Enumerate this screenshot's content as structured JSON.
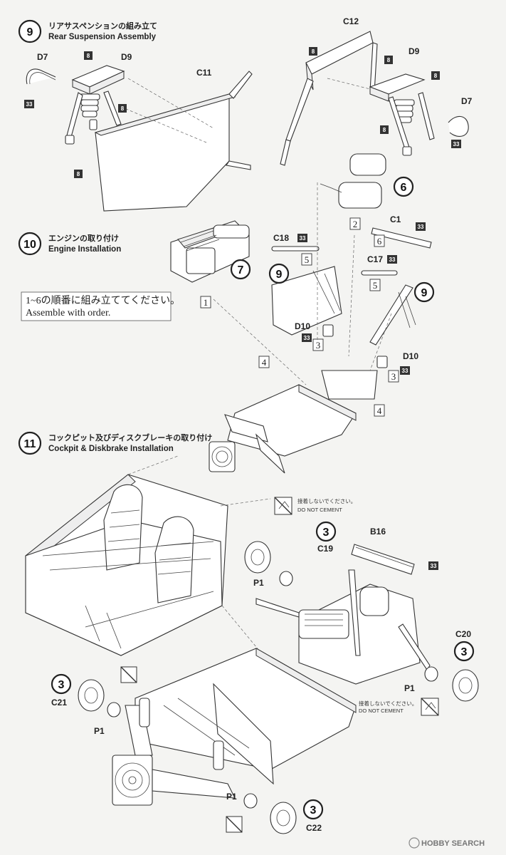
{
  "steps": {
    "s9": {
      "number": "9",
      "title_jp": "リアサスペンションの組み立て",
      "title_en": "Rear Suspension Assembly"
    },
    "s10": {
      "number": "10",
      "title_jp": "エンジンの取り付け",
      "title_en": "Engine Installation"
    },
    "s11": {
      "number": "11",
      "title_jp": "コックピット及びディスクブレーキの取り付け",
      "title_en": "Cockpit & Diskbrake Installation"
    }
  },
  "note": {
    "line1": "1~6の順番に組み立ててください。",
    "line2": "Assemble with order."
  },
  "do_not_cement": {
    "jp": "接着しないでください。",
    "en": "DO NOT CEMENT"
  },
  "parts": {
    "d7": "D7",
    "d9": "D9",
    "c11": "C11",
    "c12": "C12",
    "c1": "C1",
    "c18": "C18",
    "c17": "C17",
    "d10": "D10",
    "b16": "B16",
    "c19": "C19",
    "c20": "C20",
    "c21": "C21",
    "c22": "C22",
    "p1": "P1"
  },
  "tags": {
    "t8": "8",
    "t33": "33"
  },
  "sub_refs": {
    "r6": "6",
    "r7": "7",
    "r9": "9",
    "r3": "3"
  },
  "order": {
    "o1": "1",
    "o2": "2",
    "o3": "3",
    "o4": "4",
    "o5": "5",
    "o6": "6"
  },
  "watermark": "HOBBY SEARCH"
}
